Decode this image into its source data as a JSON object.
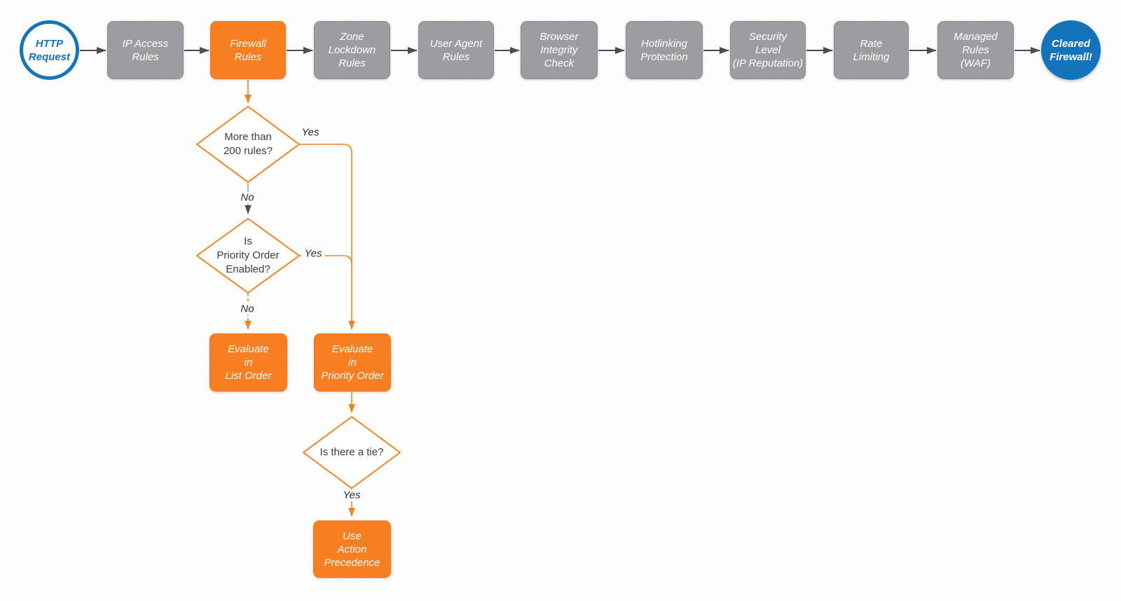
{
  "colors": {
    "orange": "#f6821f",
    "blue": "#1374bb",
    "gray_node_fill": "#9c9da0",
    "arrow_dark": "#4d4d4d"
  },
  "pipeline": [
    {
      "label": "HTTP\nRequest"
    },
    {
      "label": "IP Access\nRules"
    },
    {
      "label": "Firewall\nRules"
    },
    {
      "label": "Zone\nLockdown\nRules"
    },
    {
      "label": "User Agent\nRules"
    },
    {
      "label": "Browser\nIntegrity\nCheck"
    },
    {
      "label": "Hotlinking\nProtection"
    },
    {
      "label": "Security\nLevel\n(IP Reputation)"
    },
    {
      "label": "Rate\nLimiting"
    },
    {
      "label": "Managed\nRules\n(WAF)"
    },
    {
      "label": "Cleared\nFirewall!"
    }
  ],
  "decisions": {
    "more_than_200": {
      "label": "More than\n200 rules?",
      "yes": "Yes",
      "no": "No"
    },
    "priority_enabled": {
      "label": "Is\nPriority Order\nEnabled?",
      "yes": "Yes",
      "no": "No"
    },
    "tie": {
      "label": "Is there a tie?",
      "yes": "Yes"
    }
  },
  "processes": {
    "evaluate_list": {
      "label": "Evaluate\nin\nList Order"
    },
    "evaluate_priority": {
      "label": "Evaluate\nin\nPriority Order"
    },
    "action_precedence": {
      "label": "Use\nAction\nPrecedence"
    }
  }
}
